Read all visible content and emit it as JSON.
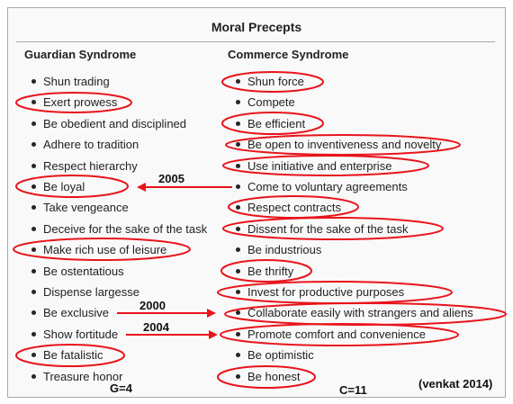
{
  "title": "Moral Precepts",
  "guardian": {
    "heading": "Guardian Syndrome",
    "items": [
      "Shun trading",
      "Exert prowess",
      "Be obedient and disciplined",
      "Adhere to tradition",
      "Respect hierarchy",
      "Be loyal",
      "Take vengeance",
      "Deceive for the sake of the task",
      "Make rich use of leisure",
      "Be ostentatious",
      "Dispense largesse",
      "Be exclusive",
      "Show fortitude",
      "Be fatalistic",
      "Treasure honor"
    ],
    "count_label": "G=4"
  },
  "commerce": {
    "heading": "Commerce Syndrome",
    "items": [
      "Shun force",
      "Compete",
      "Be efficient",
      "Be open to inventiveness and novelty",
      "Use initiative and enterprise",
      "Come to voluntary agreements",
      "Respect contracts",
      "Dissent for the sake of the task",
      "Be industrious",
      "Be thrifty",
      "Invest for productive purposes",
      "Collaborate easily with strangers and aliens",
      "Promote comfort and convenience",
      "Be optimistic",
      "Be honest"
    ],
    "count_label": "C=11"
  },
  "annotations": {
    "year_1": "2005",
    "year_2": "2000",
    "year_3": "2004",
    "credit": "(venkat 2014)",
    "marker_color": "#e8141b"
  }
}
